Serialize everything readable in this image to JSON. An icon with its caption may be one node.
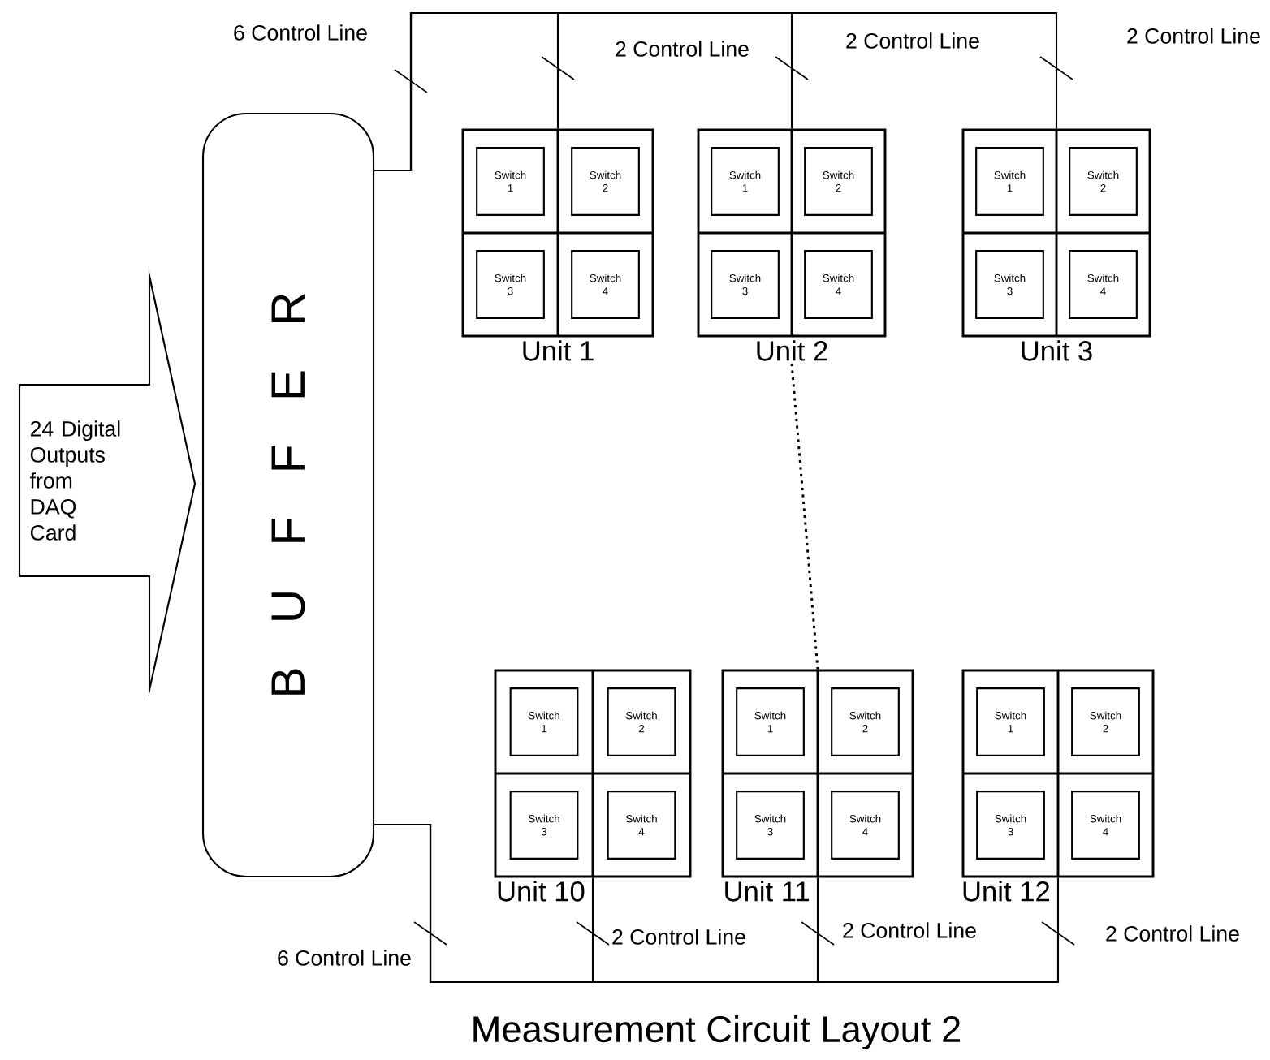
{
  "diagram": {
    "caption": "Measurement Circuit Layout 2",
    "nodes": [
      {
        "text": [
          "24 Digital Outputs from DAQ Card"
        ]
      },
      {
        "text": [
          "B U F F E R"
        ]
      },
      {
        "text": [
          "Unit 1"
        ]
      },
      {
        "text": [
          "Switch 1"
        ],
        "in": 2
      },
      {
        "text": [
          "Switch 2"
        ],
        "in": 2
      },
      {
        "text": [
          "Switch 3"
        ],
        "in": 2
      },
      {
        "text": [
          "Switch 4"
        ],
        "in": 2
      },
      {
        "text": [
          "Unit 2"
        ]
      },
      {
        "text": [
          "Switch 1"
        ],
        "in": 7
      },
      {
        "text": [
          "Switch 2"
        ],
        "in": 7
      },
      {
        "text": [
          "Switch 3"
        ],
        "in": 7
      },
      {
        "text": [
          "Switch 4"
        ],
        "in": 7
      },
      {
        "text": [
          "Unit 3"
        ]
      },
      {
        "text": [
          "Switch 1"
        ],
        "in": 12
      },
      {
        "text": [
          "Switch 2"
        ],
        "in": 12
      },
      {
        "text": [
          "Switch 3"
        ],
        "in": 12
      },
      {
        "text": [
          "Switch 4"
        ],
        "in": 12
      },
      {
        "text": [
          "Unit 10"
        ]
      },
      {
        "text": [
          "Switch 1"
        ],
        "in": 17
      },
      {
        "text": [
          "Switch 2"
        ],
        "in": 17
      },
      {
        "text": [
          "Switch 3"
        ],
        "in": 17
      },
      {
        "text": [
          "Switch 4"
        ],
        "in": 17
      },
      {
        "text": [
          "Unit 11"
        ]
      },
      {
        "text": [
          "Switch 1"
        ],
        "in": 22
      },
      {
        "text": [
          "Switch 2"
        ],
        "in": 22
      },
      {
        "text": [
          "Switch 3"
        ],
        "in": 22
      },
      {
        "text": [
          "Switch 4"
        ],
        "in": 22
      },
      {
        "text": [
          "Unit 12"
        ]
      },
      {
        "text": [
          "Switch 1"
        ],
        "in": 27
      },
      {
        "text": [
          "Switch 2"
        ],
        "in": 27
      },
      {
        "text": [
          "Switch 3"
        ],
        "in": 27
      },
      {
        "text": [
          "Switch 4"
        ],
        "in": 27
      }
    ],
    "edges": [
      {
        "from": 1,
        "to": 2,
        "arrow": "none",
        "label": "2 Control Line"
      },
      {
        "from": 1,
        "to": 7,
        "arrow": "none",
        "label": "2 Control Line"
      },
      {
        "from": 1,
        "to": 12,
        "arrow": "none",
        "label": "2 Control Line"
      },
      {
        "from": 1,
        "to": 17,
        "arrow": "none",
        "label": "2 Control Line"
      },
      {
        "from": 1,
        "to": 22,
        "arrow": "none",
        "label": "2 Control Line"
      },
      {
        "from": 1,
        "to": 27,
        "arrow": "none",
        "label": "2 Control Line"
      },
      {
        "from": 7,
        "to": 22,
        "arrow": "none",
        "style": "dashed"
      }
    ],
    "labels": [
      "6 Control Line",
      "6 Control Line"
    ]
  }
}
